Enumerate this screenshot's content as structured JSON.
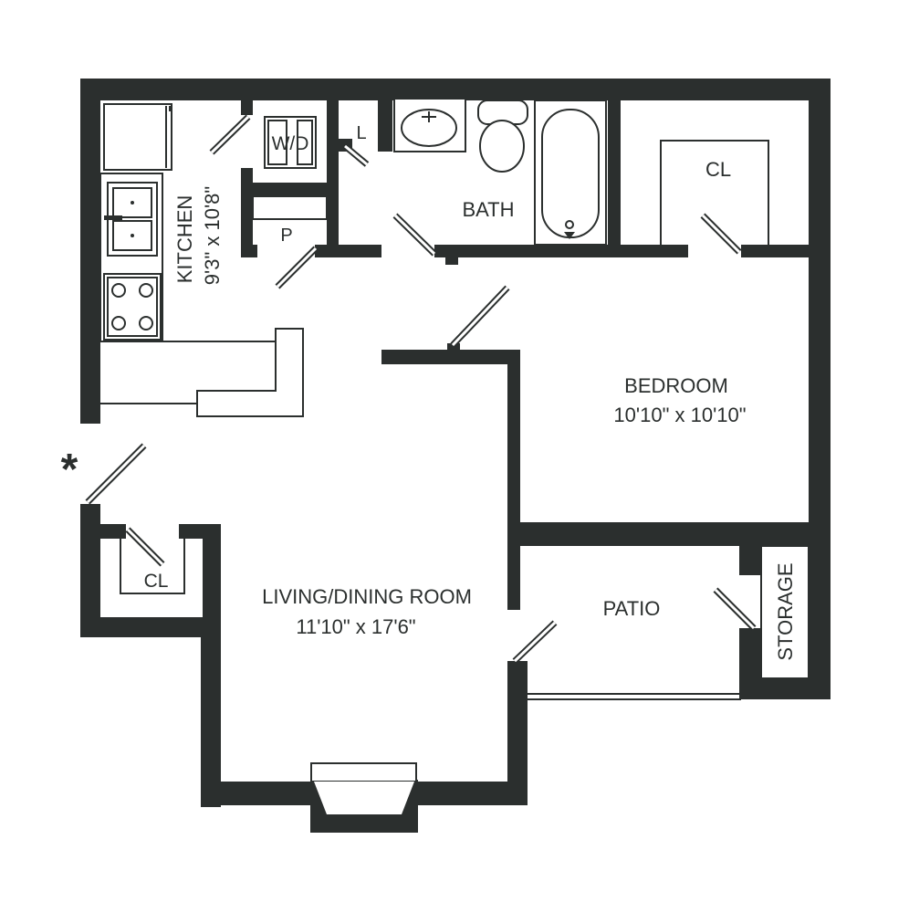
{
  "colors": {
    "wall": "#2b2f2e",
    "background": "#ffffff"
  },
  "rooms": {
    "kitchen": {
      "name": "KITCHEN",
      "dims": "9'3\" x 10'8\""
    },
    "washer_dryer": {
      "name": "W/D"
    },
    "linen": {
      "name": "L"
    },
    "pantry": {
      "name": "P"
    },
    "bath": {
      "name": "BATH"
    },
    "bedroom_closet": {
      "name": "CL"
    },
    "bedroom": {
      "name": "BEDROOM",
      "dims": "10'10\" x 10'10\""
    },
    "living": {
      "name": "LIVING/DINING ROOM",
      "dims": "11'10\" x 17'6\""
    },
    "entry_closet": {
      "name": "CL"
    },
    "patio": {
      "name": "PATIO"
    },
    "storage": {
      "name": "STORAGE"
    }
  },
  "entry_marker": "*",
  "icons": [
    "sink-icon",
    "toilet-icon",
    "bathtub-icon",
    "stove-icon",
    "kitchen-sink-icon",
    "refrigerator-icon",
    "fireplace-icon"
  ]
}
